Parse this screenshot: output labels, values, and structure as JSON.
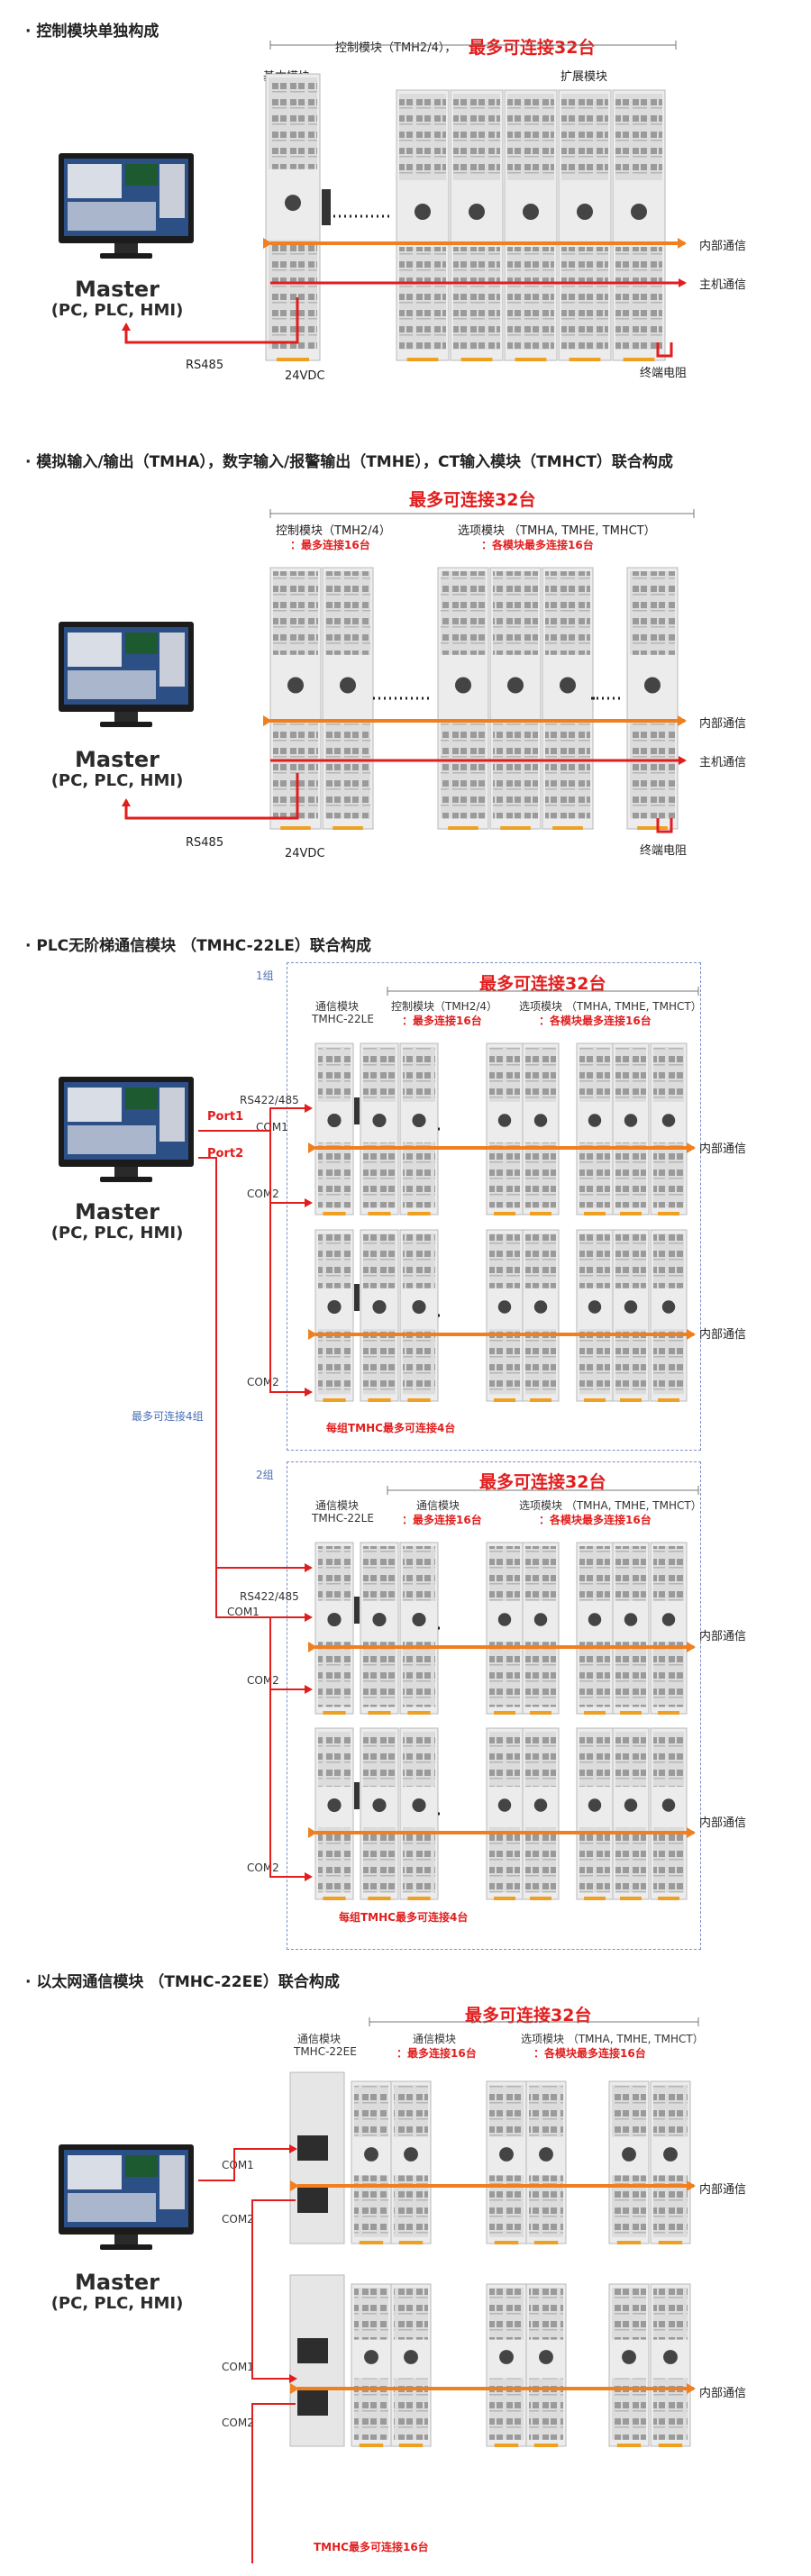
{
  "sections": [
    {
      "title": "·  控制模块单独构成",
      "header_gray": "控制模块（TMH2/4），",
      "header_red": "最多可连接32台",
      "basic_label": "基本模块",
      "expand_label": "扩展模块",
      "internal": "内部通信",
      "host": "主机通信",
      "rs485": "RS485",
      "power": "24VDC",
      "terminator": "终端电阻",
      "master": "Master",
      "master_sub": "(PC, PLC, HMI)"
    },
    {
      "title": "·  模拟输入/输出（TMHA），数字输入/报警输出（TMHE），CT输入模块（TMHCT）联合构成",
      "header_red": "最多可连接32台",
      "ctrl_label": "控制模块（TMH2/4）",
      "ctrl_red": "：最多连接16台",
      "opt_label": "选项模块 （TMHA, TMHE, TMHCT）",
      "opt_red": "：各模块最多连接16台",
      "internal": "内部通信",
      "host": "主机通信",
      "rs485": "RS485",
      "power": "24VDC",
      "terminator": "终端电阻",
      "master": "Master",
      "master_sub": "(PC, PLC, HMI)"
    },
    {
      "title": "·  PLC无阶梯通信模块 （TMHC-22LE）联合构成",
      "group1": "1组",
      "group2": "2组",
      "header_red": "最多可连接32台",
      "comm_label": "通信模块",
      "comm_model": "TMHC-22LE",
      "ctrl_label": "控制模块（TMH2/4）",
      "ctrl_red": "：最多连接16台",
      "comm2_label": "通信模块",
      "opt_label": "选项模块 （TMHA, TMHE, TMHCT）",
      "opt_red": "：各模块最多连接16台",
      "rs": "RS422/485",
      "port1": "Port1",
      "port2": "Port2",
      "com1": "COM1",
      "com2": "COM2",
      "internal": "内部通信",
      "max4": "最多可连接4组",
      "each4": "每组TMHC最多可连接4台",
      "master": "Master",
      "master_sub": "(PC, PLC, HMI)"
    },
    {
      "title": "·  以太网通信模块 （TMHC-22EE）联合构成",
      "header_red": "最多可连接32台",
      "comm_label": "通信模块",
      "comm_model": "TMHC-22EE",
      "ctrl_label": "通信模块",
      "ctrl_red": "：最多连接16台",
      "opt_label": "选项模块 （TMHA, TMHE, TMHCT）",
      "opt_red": "：各模块最多连接16台",
      "com1": "COM1",
      "com2": "COM2",
      "internal": "内部通信",
      "each16": "TMHC最多可连接16台",
      "master": "Master",
      "master_sub": "(PC, PLC, HMI)"
    }
  ],
  "colors": {
    "red": "#e21d1d",
    "orange": "#f07f1f",
    "module": "#e9e9e9",
    "blue": "#4a6fb5"
  }
}
